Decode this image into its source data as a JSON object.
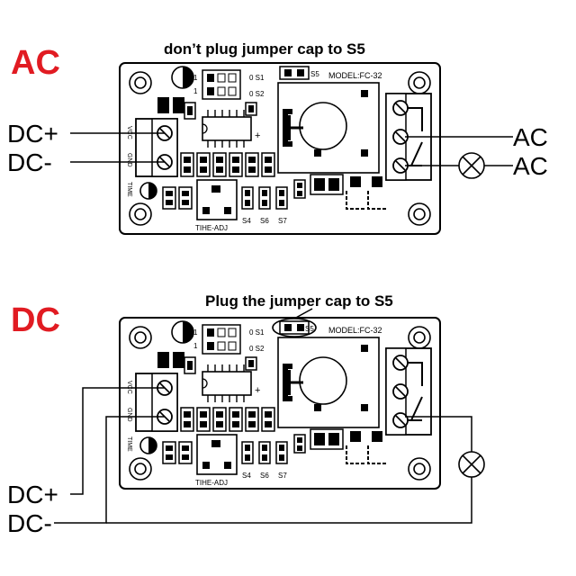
{
  "colors": {
    "title_red": "#e11b22",
    "line": "#000000",
    "board_fill": "#ffffff"
  },
  "sections": [
    {
      "id": "ac",
      "title": "AC",
      "caption": "don’t plug jumper cap to S5",
      "left_labels": [
        "DC+",
        "DC-"
      ],
      "right_labels": [
        "AC",
        "AC"
      ]
    },
    {
      "id": "dc",
      "title": "DC",
      "caption": "Plug the jumper cap to S5",
      "left_labels": [
        "DC+",
        "DC-"
      ],
      "right_labels": []
    }
  ],
  "board": {
    "model": "MODEL:FC-32",
    "s1": "0 S1",
    "s2": "0 S2",
    "s5": "S5",
    "s4": "S4",
    "s6": "S6",
    "s7": "S7",
    "vcc": "VCC",
    "gnd": "GND",
    "time": "TIME",
    "tihe_adj": "TIHE-ADJ",
    "one": "1",
    "plus": "+"
  },
  "icons": [
    "lamp-icon",
    "potentiometer-icon",
    "mounting-hole-icon",
    "terminal-block-icon",
    "relay-icon"
  ]
}
